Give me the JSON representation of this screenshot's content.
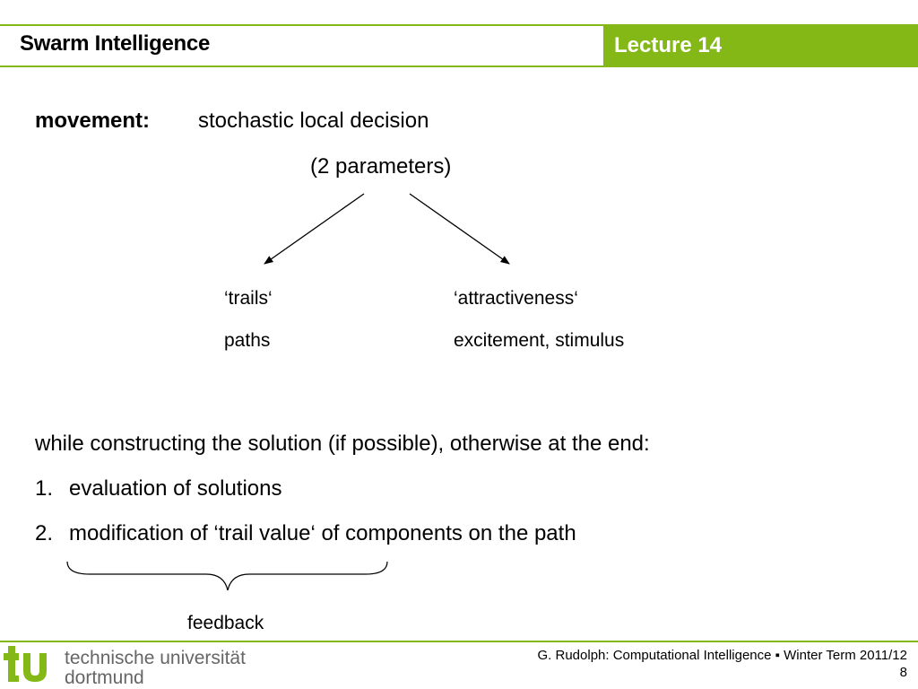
{
  "header": {
    "title": "Swarm Intelligence",
    "lecture": "Lecture 14"
  },
  "content": {
    "movement_label": "movement:",
    "movement_text": "stochastic local decision",
    "parameters": "(2 parameters)",
    "left_quote": "‘trails‘",
    "left_plain": "paths",
    "right_quote": "‘attractiveness‘",
    "right_plain": "excitement, stimulus",
    "intro_line": "while constructing the solution (if possible), otherwise at the end:",
    "items": [
      {
        "number": "1.",
        "text": "evaluation of solutions"
      },
      {
        "number": "2.",
        "text": "modification of ‘trail value‘ of components on the path"
      }
    ],
    "brace_label": "feedback"
  },
  "footer": {
    "logo_line1": "technische universität",
    "logo_line2": "dortmund",
    "credit": "G. Rudolph: Computational Intelligence ▪ Winter Term 2011/12",
    "page": "8"
  },
  "colors": {
    "accent": "#84b817",
    "logo_text": "#666666"
  },
  "icons": [
    "tu-logo-icon"
  ]
}
